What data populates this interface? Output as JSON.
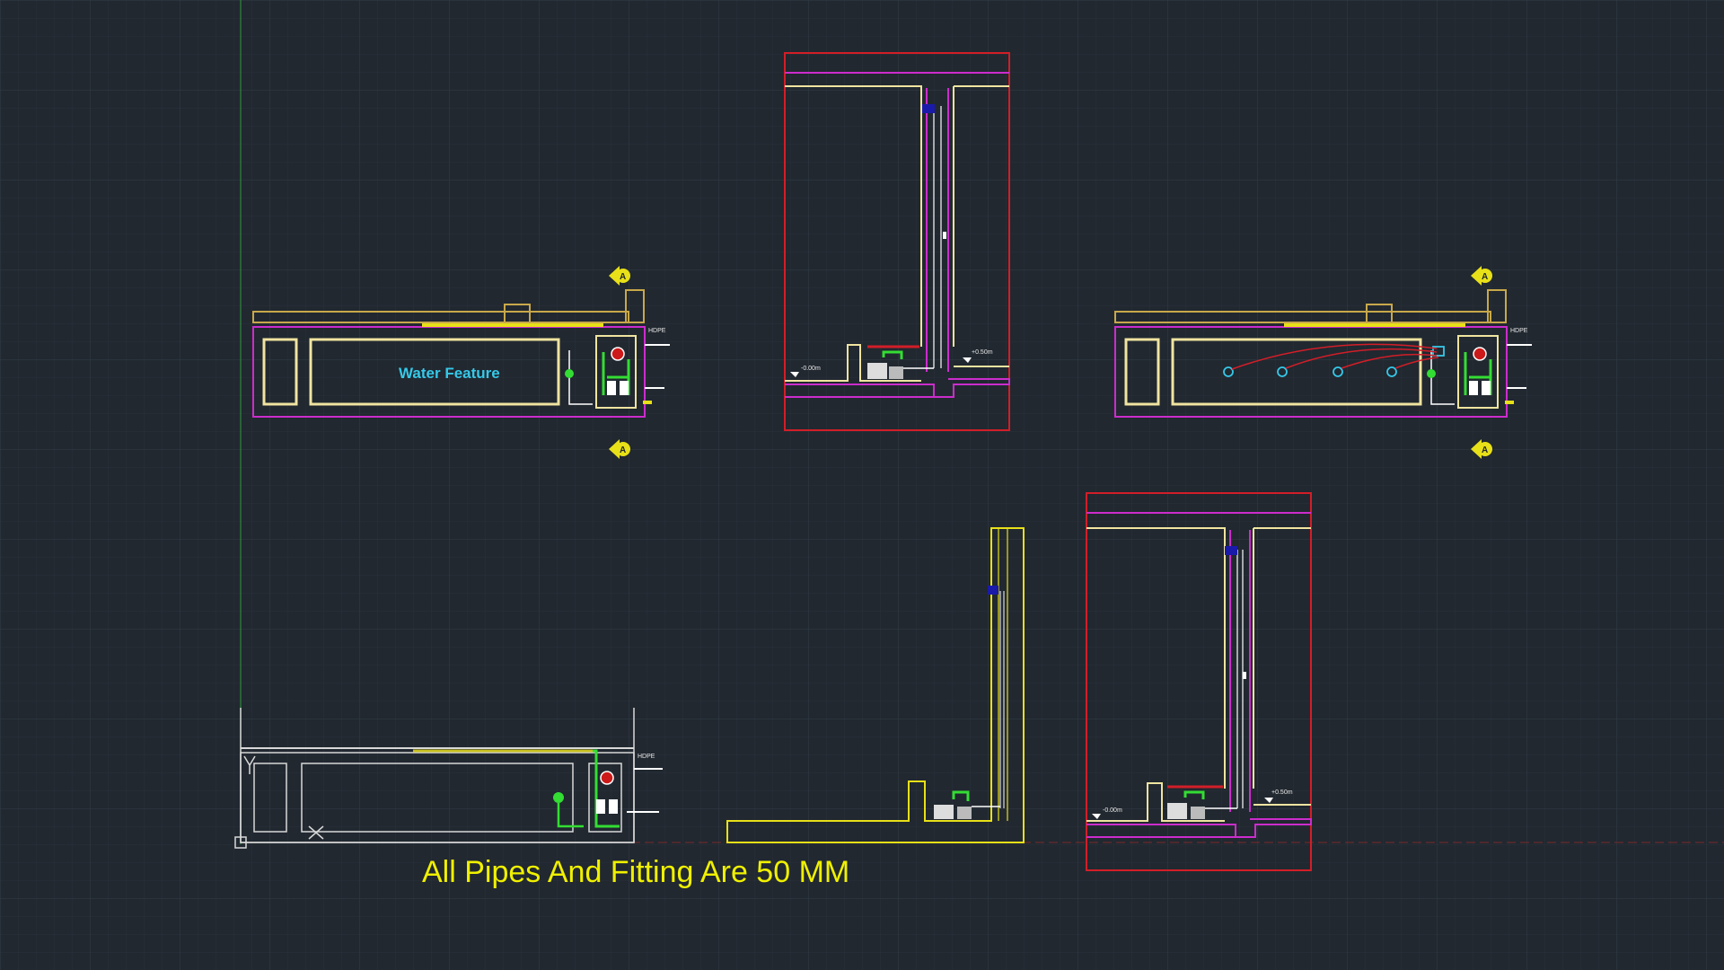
{
  "drawing": {
    "plan_label": "Water Feature",
    "note": "All Pipes And Fitting Are 50 MM",
    "hdpe_tag": "HDPE",
    "section_marker": "A",
    "level_low": "-0.00m",
    "level_high": "+0.50m"
  },
  "colors": {
    "background": "#212830",
    "grid": "#2c343e",
    "wall": "#f0e4a0",
    "outline": "#cc2ccc",
    "frame": "#d21e28",
    "pipe": "#33dd33",
    "yellow": "#e8e018",
    "cyan": "#36c8e8"
  }
}
